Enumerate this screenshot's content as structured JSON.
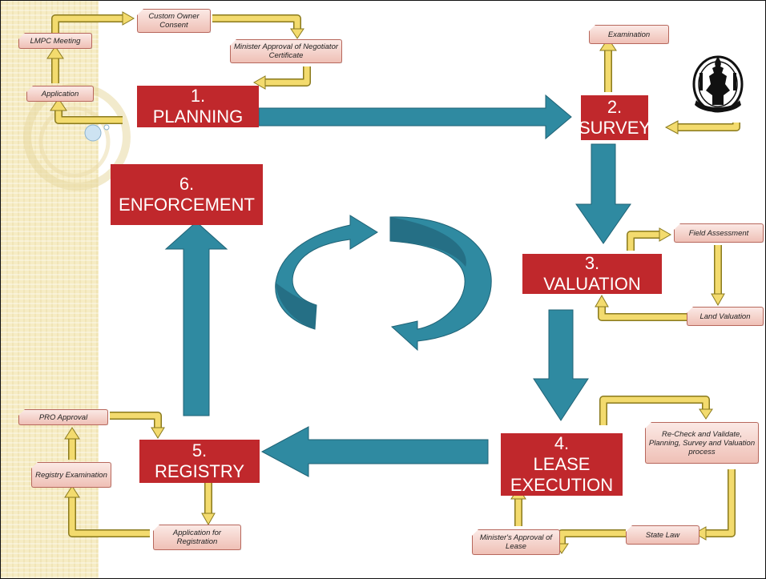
{
  "stages": {
    "planning": {
      "number": "1.",
      "label": "PLANNING"
    },
    "survey": {
      "number": "2.",
      "label": "SURVEY"
    },
    "valuation": {
      "number": "3.",
      "label": "VALUATION"
    },
    "lease": {
      "number": "4.",
      "label": "LEASE",
      "label2": "EXECUTION"
    },
    "registry": {
      "number": "5.",
      "label": "REGISTRY"
    },
    "enforcement": {
      "number": "6.",
      "label": "ENFORCEMENT"
    }
  },
  "steps": {
    "custom_owner_consent": "Custom Owner Consent",
    "lmpc_meeting": "LMPC Meeting",
    "minister_approval_negotiator": "Minister Approval of Negotiator Certificate",
    "application": "Application",
    "examination": "Examination",
    "field_assessment": "Field Assessment",
    "land_valuation": "Land Valuation",
    "recheck_validate": "Re-Check and Validate, Planning, Survey and Valuation process",
    "state_law": "State Law",
    "ministers_approval_lease": "Minister's Approval of Lease",
    "pro_approval": "PRO Approval",
    "registry_examination": "Registry Examination",
    "application_registration": "Application for Registration"
  },
  "colors": {
    "stage_fill": "#c0282c",
    "flow_arrow": "#2f8aa1",
    "step_arrow": "#f3db6e",
    "step_box": "#f4cfc6"
  },
  "icons": {
    "emblem": "coat-of-arms-icon"
  }
}
